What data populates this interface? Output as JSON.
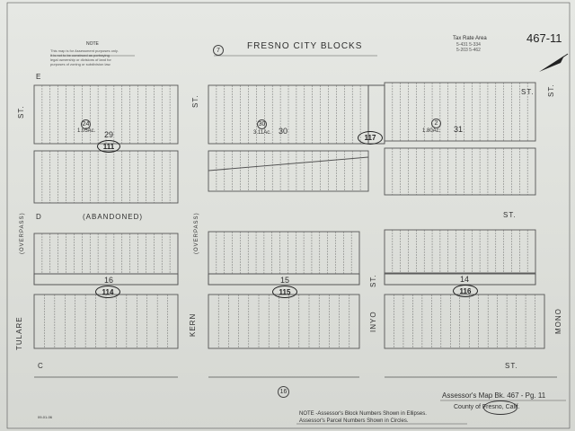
{
  "header": {
    "title": "FRESNO CITY BLOCKS",
    "title_circle": "7",
    "book_page": "467-11",
    "tax_rate_area_label": "Tax Rate Area",
    "tax_rate_codes": [
      "5-431  5-334",
      "5-203  5-462"
    ],
    "note_title": "NOTE",
    "note_text": [
      "This map is for Assessment purposes only.",
      "It is not to be construed as portraying",
      "legal ownership or divisions of land for",
      "purposes of zoning or subdivision law."
    ]
  },
  "streets": {
    "E": "E",
    "D": "D",
    "C": "C",
    "st_top_right": "ST.",
    "st_mid_right": "ST.",
    "st_bottom_right": "ST.",
    "abandoned": "(ABANDONED)",
    "tulare": "TULARE",
    "kern": "KERN",
    "inyo": "INYO",
    "mono": "MONO",
    "overpass": "(OVERPASS)",
    "st_vertical": "ST."
  },
  "blocks": [
    {
      "number": "29",
      "ellipse": "111",
      "acreage": "1.05Ac.",
      "parcel": "24"
    },
    {
      "number": "30",
      "ellipse": "117",
      "acreage": "3.11Ac.",
      "parcel": "30"
    },
    {
      "number": "31",
      "acreage": "1.80Ac.",
      "parcel": "2"
    },
    {
      "number": "16",
      "ellipse": "114"
    },
    {
      "number": "15",
      "ellipse": "115"
    },
    {
      "number": "14",
      "ellipse": "116"
    }
  ],
  "bottom_circle": "16",
  "footer": {
    "map_ref": "Assessor's Map Bk. 467 - Pg. 11",
    "county": "County of Fresno, Calif.",
    "note_block": "NOTE -Assessor's Block Numbers Shown in Ellipses.",
    "note_parcel": "Assessor's Parcel Numbers Shown in Circles.",
    "date_code": "09-01-06"
  },
  "colors": {
    "paper": "#e2e4e0",
    "ink": "#2f2f2f",
    "line": "#555555"
  }
}
